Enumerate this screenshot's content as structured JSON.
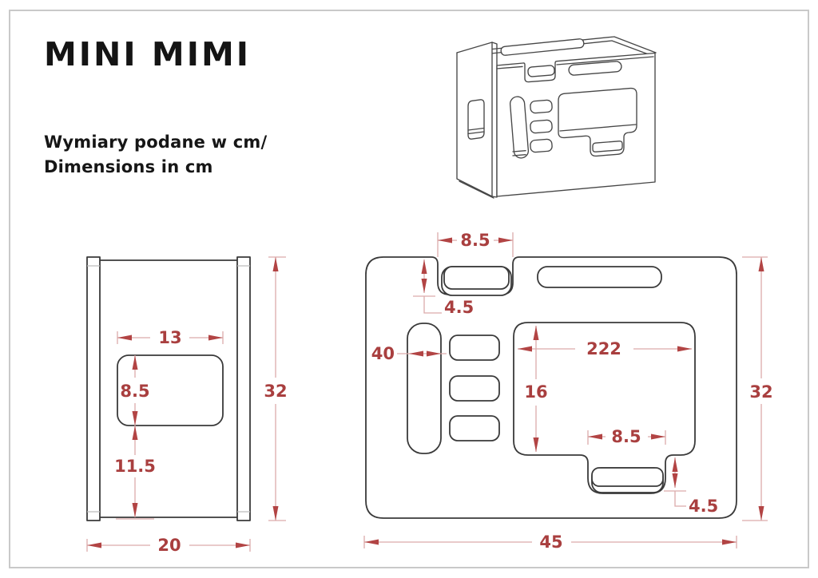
{
  "title": "MINI MIMI",
  "subtitle": {
    "line1": "Wymiary podane w cm/",
    "line2": "Dimensions in cm"
  },
  "units": "cm",
  "colors": {
    "accent_red": "#a93f3f",
    "dimension_line": "#dcabab",
    "drawing_line": "#3a3a3a",
    "page_border": "#c9c9c9",
    "background": "#ffffff"
  },
  "views": {
    "iso": {
      "name": "isometric product drawing"
    },
    "side": {
      "name": "side panel view",
      "dims": {
        "cutout_width": "13",
        "cutout_height": "8.5",
        "bottom_offset": "11.5",
        "height": "32",
        "width": "20"
      }
    },
    "front": {
      "name": "front panel view",
      "dims": {
        "top_slot_width": "8.5",
        "top_slot_depth": "4.5",
        "ladder_width": "40",
        "window_width": "222",
        "window_height": "16",
        "step_width": "8.5",
        "step_depth": "4.5",
        "height": "32",
        "width": "45"
      }
    }
  }
}
